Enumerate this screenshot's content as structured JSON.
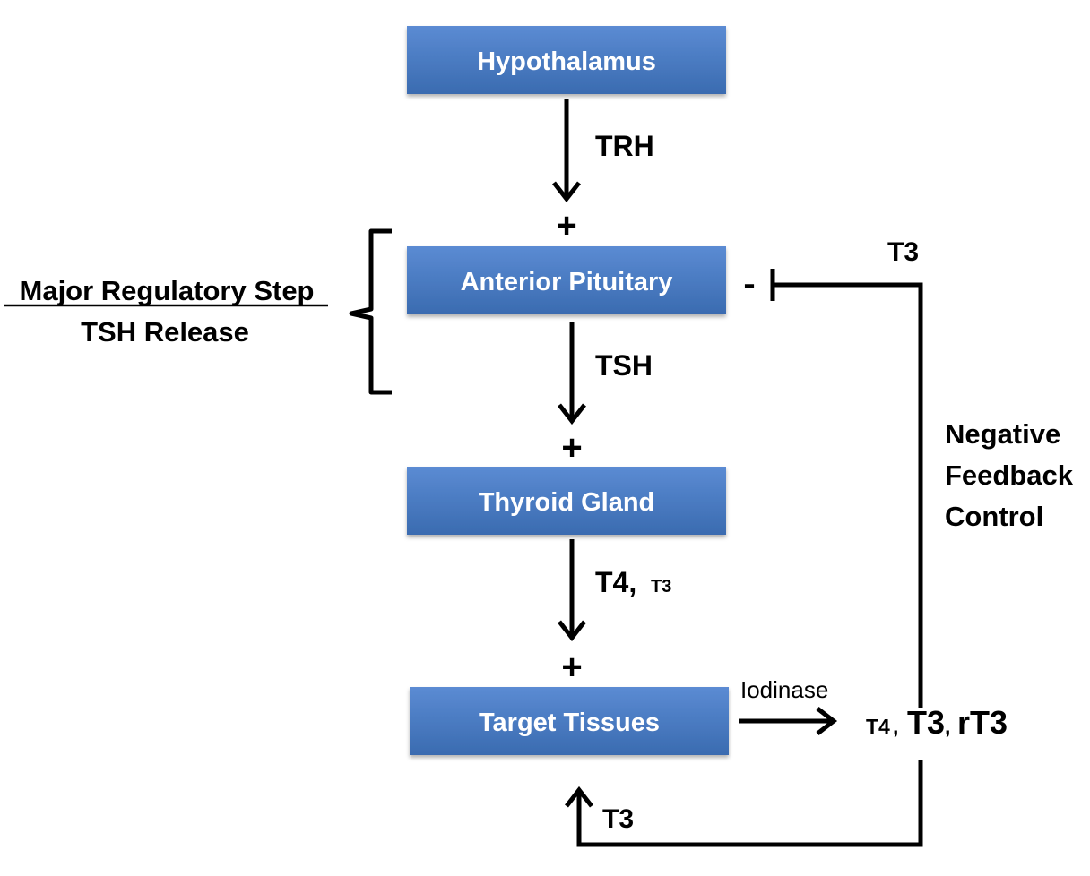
{
  "colors": {
    "box_top": "#5b8bd3",
    "box_bottom": "#3a6bb0",
    "box_text": "#ffffff",
    "line": "#000000"
  },
  "boxes": {
    "hypothalamus": "Hypothalamus",
    "anterior_pituitary": "Anterior Pituitary",
    "thyroid_gland": "Thyroid Gland",
    "target_tissues": "Target Tissues"
  },
  "arrows": {
    "trh": "TRH",
    "tsh": "TSH",
    "t4": "T4,",
    "t3_small": "T3",
    "iodinase": "Iodinase",
    "t3_return": "T3"
  },
  "signs": {
    "stimulate": "+",
    "inhibit": "-"
  },
  "regulatory": {
    "heading": "Major Regulatory Step",
    "subheading": "TSH Release"
  },
  "feedback": {
    "t3_label": "T3",
    "lines": [
      "Negative",
      "Feedback",
      "Control"
    ]
  },
  "products": {
    "t4": "T4",
    "comma1": ",",
    "t3": "T3",
    "comma2": ",",
    "rt3": "rT3"
  }
}
